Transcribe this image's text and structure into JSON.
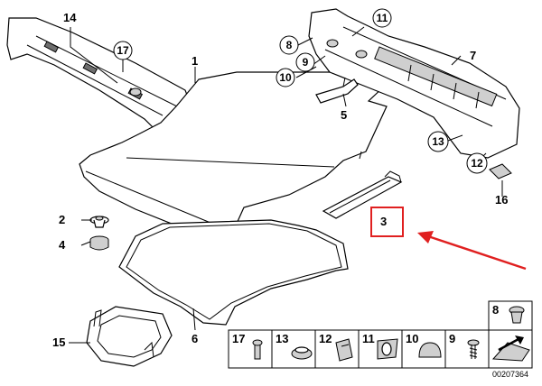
{
  "diagram": {
    "callouts": {
      "c1": "1",
      "c2": "2",
      "c3": "3",
      "c4": "4",
      "c5": "5",
      "c6": "6",
      "c7": "7",
      "c8": "8",
      "c9": "9",
      "c10": "10",
      "c11": "11",
      "c12": "12",
      "c13": "13",
      "c14": "14",
      "c15": "15",
      "c16": "16",
      "c17": "17"
    },
    "legend": {
      "cells": [
        "17",
        "13",
        "12",
        "11",
        "10",
        "9"
      ],
      "right_top": "8"
    },
    "part_number": "00207364",
    "colors": {
      "highlight": "#e02020",
      "arrow": "#e02020",
      "shade": "#cfcfcf"
    }
  }
}
